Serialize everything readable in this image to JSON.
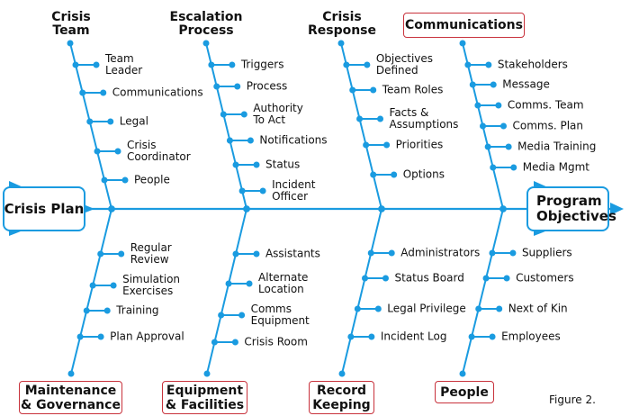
{
  "colors": {
    "line": "#1a9be0",
    "box_border": "#c8323c"
  },
  "head": "Program Objectives",
  "tail": "Crisis Plan",
  "figure_label": "Figure 2.",
  "top": [
    {
      "title": "Crisis\nTeam",
      "items": [
        "Team\nLeader",
        "Communications",
        "Legal",
        "Crisis\nCoordinator",
        "People"
      ]
    },
    {
      "title": "Escalation\nProcess",
      "items": [
        "Triggers",
        "Process",
        "Authority\nTo Act",
        "Notifications",
        "Status",
        "Incident\nOfficer"
      ]
    },
    {
      "title": "Crisis\nResponse",
      "items": [
        "Objectives\nDefined",
        "Team Roles",
        "Facts &\nAssumptions",
        "Priorities",
        "Options"
      ]
    },
    {
      "title": "Communications",
      "items": [
        "Stakeholders",
        "Message",
        "Comms. Team",
        "Comms. Plan",
        "Media Training",
        "Media Mgmt"
      ]
    }
  ],
  "bottom": [
    {
      "title": "Maintenance\n& Governance",
      "items": [
        "Regular\nReview",
        "Simulation\nExercises",
        "Training",
        "Plan Approval"
      ]
    },
    {
      "title": "Equipment\n& Facilities",
      "items": [
        "Assistants",
        "Alternate\nLocation",
        "Comms\nEquipment",
        "Crisis Room"
      ]
    },
    {
      "title": "Record\nKeeping",
      "items": [
        "Administrators",
        "Status Board",
        "Legal Privilege",
        "Incident Log"
      ]
    },
    {
      "title": "People",
      "items": [
        "Suppliers",
        "Customers",
        "Next of Kin",
        "Employees"
      ]
    }
  ]
}
